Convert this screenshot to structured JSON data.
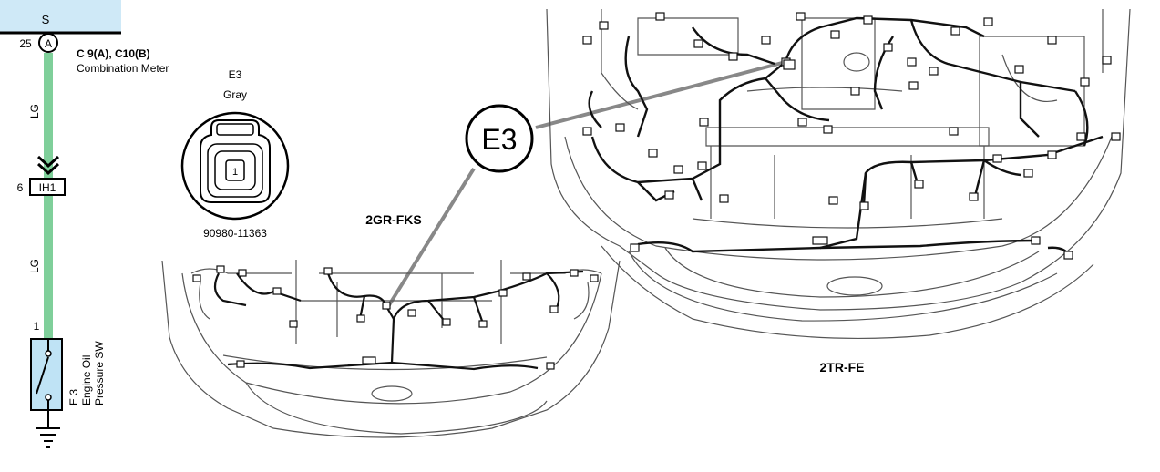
{
  "schematic": {
    "header_label": "S",
    "top_pin": "25",
    "top_connector_letter": "A",
    "meter_connectors": "C 9(A), C10(B)",
    "meter_name": "Combination Meter",
    "wire_color_upper": "LG",
    "junction_pin": "6",
    "junction_label": "IH1",
    "wire_color_lower": "LG",
    "switch_pin": "1",
    "switch_code": "E 3",
    "switch_name_line1": "Engine Oil",
    "switch_name_line2": "Pressure SW",
    "wire_color_hex": "#7fcf9a",
    "header_color_hex": "#cfe9f7",
    "switch_fill_hex": "#bfe3f5"
  },
  "connector": {
    "code": "E3",
    "color": "Gray",
    "pin": "1",
    "part_number": "90980-11363"
  },
  "callout": {
    "label": "E3"
  },
  "engines": {
    "left_label": "2GR-FKS",
    "right_label": "2TR-FE"
  }
}
